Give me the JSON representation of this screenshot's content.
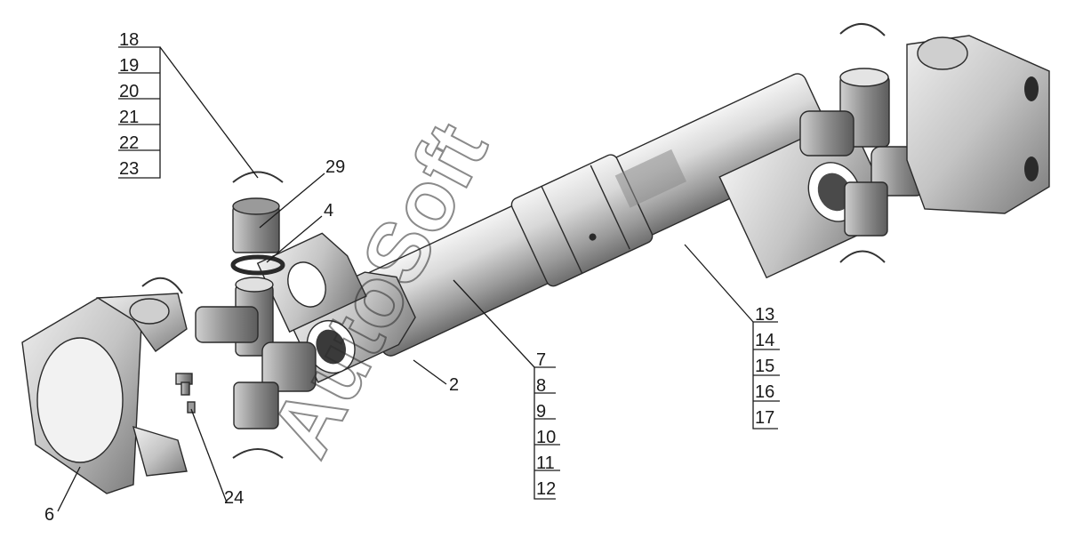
{
  "watermark": "AutoSoft",
  "callouts": {
    "group_left": [
      "18",
      "19",
      "20",
      "21",
      "22",
      "23"
    ],
    "l29": "29",
    "l4": "4",
    "l2": "2",
    "l6": "6",
    "l24": "24",
    "group_mid": [
      "7",
      "8",
      "9",
      "10",
      "11",
      "12"
    ],
    "group_right": [
      "13",
      "14",
      "15",
      "16",
      "17"
    ]
  }
}
